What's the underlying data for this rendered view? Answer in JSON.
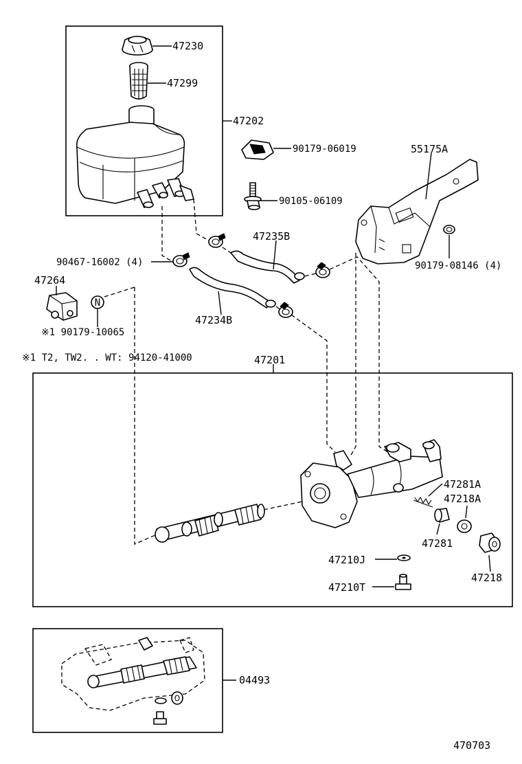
{
  "labels": {
    "p47230": "47230",
    "p47299": "47299",
    "p47202": "47202",
    "p90179_06019": "90179-06019",
    "p55175A": "55175A",
    "p90105_06109": "90105-06109",
    "p47235B": "47235B",
    "p90467_16002": "90467-16002 (4)",
    "p90179_08146": "90179-08146 (4)",
    "p47264": "47264",
    "p47234B": "47234B",
    "p90179_10065": "※1 90179-10065",
    "note": "※1 T2, TW2. . WT: 94120-41000",
    "p47201": "47201",
    "p47281A": "47281A",
    "p47218A": "47218A",
    "p47281": "47281",
    "p47210J": "47210J",
    "p47218": "47218",
    "p47210T": "47210T",
    "p04493": "04493",
    "nut_marker": "N",
    "diagram_id": "470703"
  }
}
